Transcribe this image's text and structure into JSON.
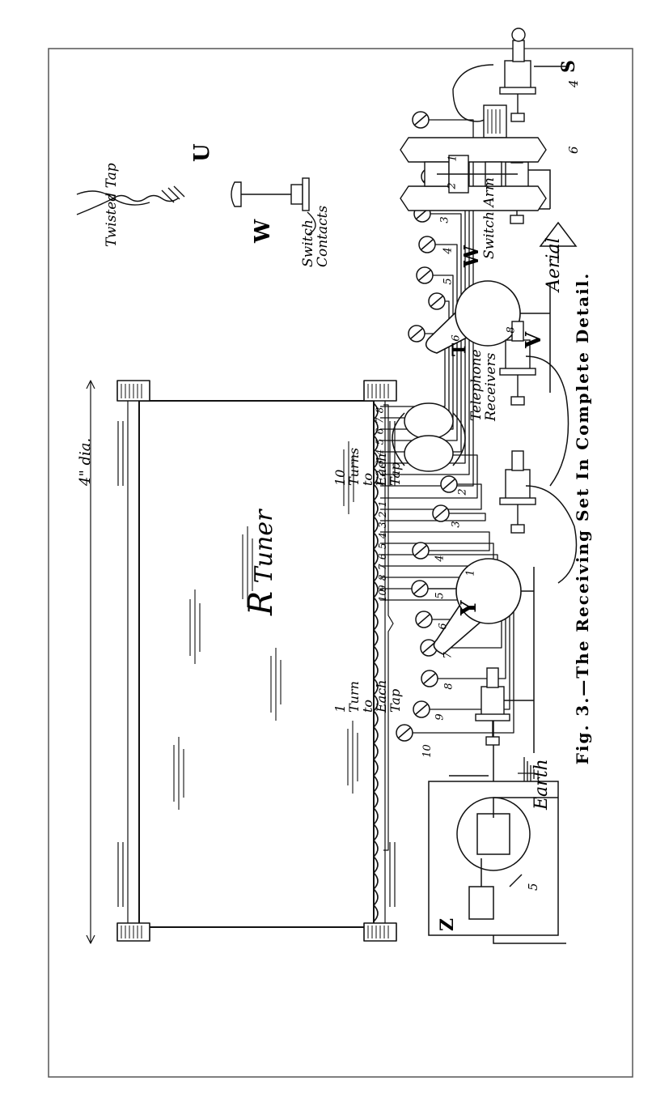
{
  "caption": "Fig. 3.—The Receiving Set In Complete Detail.",
  "labels": {
    "tuner_letter": "R",
    "tuner_word": "Tuner",
    "diameter": "4\" dia.",
    "tens_note": [
      "10",
      "Turns",
      "to",
      "Each",
      "Tap"
    ],
    "ones_note": [
      "1",
      "Turn",
      "to",
      "Each",
      "Tap"
    ],
    "aerial": "Aerial",
    "earth": "Earth",
    "telephone": [
      "Telephone",
      "Receivers"
    ],
    "twisted_tap": "Twisted Tap",
    "switch_contacts": [
      "Switch",
      "Contacts"
    ],
    "switch_arm": "Switch Arm",
    "letters": {
      "V": "V",
      "W": "W",
      "Y": "Y",
      "S": "S",
      "U": "U",
      "T": "T",
      "Z": "Z",
      "Wdetail": "W"
    },
    "numbers": {
      "n4": "4",
      "n5": "5",
      "n6": "6"
    }
  },
  "tap_numbers": {
    "upper_block": [
      "8",
      "7",
      "6",
      "5",
      "4",
      "3",
      "2",
      "1"
    ],
    "lower_block": [
      "1",
      "2",
      "3",
      "4",
      "5",
      "6",
      "7",
      "8",
      "9",
      "10"
    ],
    "upper_studs": [
      "8",
      "6",
      "5",
      "4",
      "3",
      "2",
      "1"
    ],
    "lower_studs": [
      "1",
      "2",
      "3",
      "4",
      "5",
      "6",
      "7",
      "8",
      "9",
      "10"
    ]
  }
}
